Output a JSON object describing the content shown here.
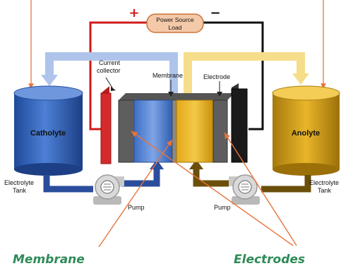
{
  "power": {
    "label": "Power Source",
    "load": "Load",
    "plus": "+",
    "minus": "−"
  },
  "labels": {
    "current_collector_1": "Current",
    "current_collector_2": "collector",
    "membrane": "Membrane",
    "electrode": "Electrode",
    "catholyte": "Catholyte",
    "anolyte": "Anolyte",
    "tank_left_1": "Electrolyte",
    "tank_left_2": "Tank",
    "tank_right_1": "Electrolyte",
    "tank_right_2": "Tank",
    "pump_left": "Pump",
    "pump_right": "Pump"
  },
  "callouts": {
    "membrane": "Membrane",
    "electrodes": "Electrodes"
  },
  "colors": {
    "catholyte": "#2f63b8",
    "anolyte": "#d9a41a",
    "flow_blue": "#aec4ea",
    "flow_yellow": "#f6dd8a",
    "pump_blue": "#2a4d9c",
    "pump_brown": "#6b4e0a",
    "wire_red": "#d11a1a",
    "wire_black": "#111111",
    "collector_red": "#d62a2a",
    "collector_black": "#1a1a1a",
    "arrow": "#e8743b",
    "callout_text": "#2e8b57"
  }
}
